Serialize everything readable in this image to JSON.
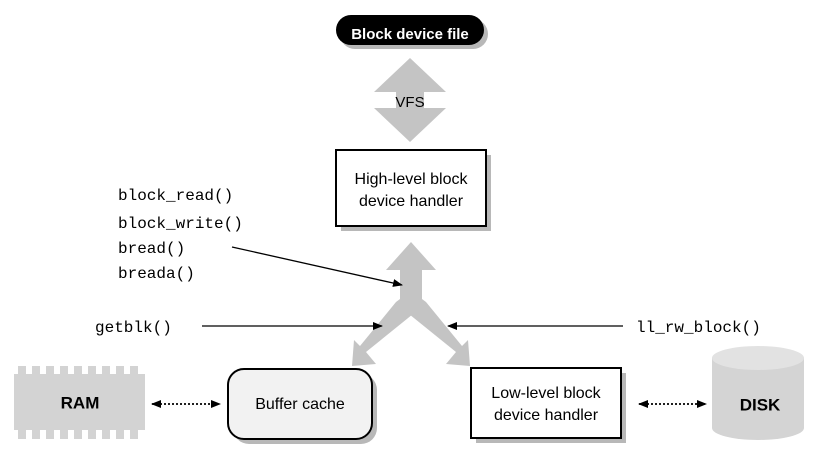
{
  "nodes": {
    "block_device_file": "Block device file",
    "vfs": "VFS",
    "high_level_handler": [
      "High-level block",
      "device handler"
    ],
    "ram": "RAM",
    "buffer_cache": "Buffer cache",
    "low_level_handler": [
      "Low-level block",
      "device handler"
    ],
    "disk": "DISK"
  },
  "functions": {
    "buffer_funcs": [
      "block_read()",
      "block_write()",
      "bread()",
      "breada()"
    ],
    "getblk": "getblk()",
    "ll_rw_block": "ll_rw_block()"
  },
  "colors": {
    "arrow_fill": "#c4c4c4",
    "box_stroke": "#000000",
    "oval_fill": "#000000",
    "shadow": "#b8b8b8",
    "ram_fill": "#d3d3d3",
    "buffer_fill": "#f2f2f2",
    "disk_fill": "#d4d4d4",
    "disk_top": "#e2e2e2"
  }
}
